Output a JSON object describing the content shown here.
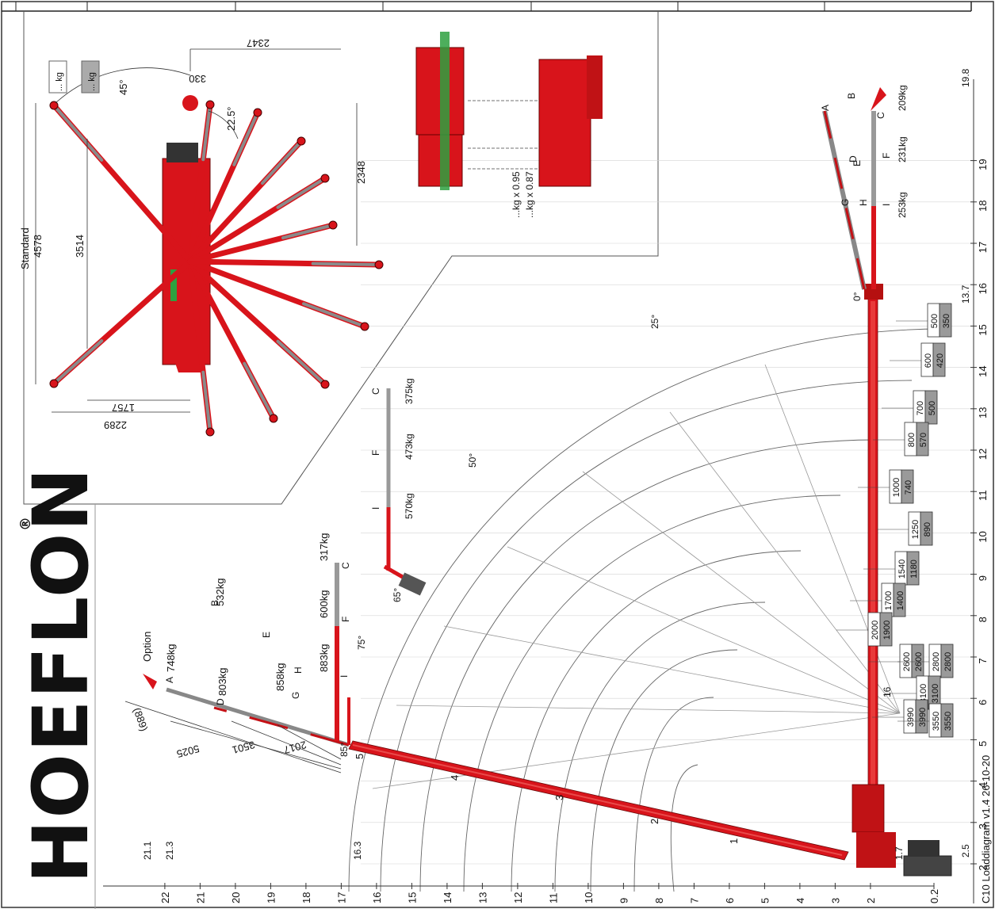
{
  "brand": {
    "name": "HOEFLON",
    "registered_mark": "®"
  },
  "footer": {
    "document_id": "C10 Loaddiagram v1.4 26-10-20"
  },
  "radius_axis": {
    "ticks": [
      "2",
      "3",
      "4",
      "5",
      "6",
      "7",
      "8",
      "9",
      "10",
      "11",
      "12",
      "13",
      "14",
      "15",
      "16",
      "17",
      "18",
      "19"
    ],
    "extra_labels": [
      "2.5",
      "13.7",
      "19.8"
    ]
  },
  "height_axis": {
    "ticks": [
      "0.2",
      "2",
      "3",
      "4",
      "5",
      "6",
      "7",
      "8",
      "9",
      "10",
      "11",
      "12",
      "13",
      "14",
      "15",
      "16",
      "17",
      "18",
      "19",
      "20",
      "21",
      "22"
    ],
    "extra_labels": [
      "1.7",
      "16.3",
      "21.1",
      "21.3"
    ]
  },
  "angles": [
    "0°",
    "25°",
    "50°",
    "65°",
    "75°",
    "85°"
  ],
  "boom_section_numbers": [
    "1",
    "2",
    "3",
    "4",
    "5",
    "16"
  ],
  "load_boxes": [
    {
      "top": "500",
      "bottom": "350"
    },
    {
      "top": "600",
      "bottom": "420"
    },
    {
      "top": "700",
      "bottom": "500"
    },
    {
      "top": "800",
      "bottom": "570"
    },
    {
      "top": "1000",
      "bottom": "740"
    },
    {
      "top": "1250",
      "bottom": "890"
    },
    {
      "top": "1540",
      "bottom": "1180"
    },
    {
      "top": "1700",
      "bottom": "1400"
    },
    {
      "top": "2000",
      "bottom": "1900"
    },
    {
      "top": "2600",
      "bottom": "2600"
    },
    {
      "top": "2800",
      "bottom": "2800"
    },
    {
      "top": "3100",
      "bottom": "3100"
    },
    {
      "top": "3990",
      "bottom": "3990"
    },
    {
      "top": "3550",
      "bottom": "3550"
    }
  ],
  "jib_horizontal": {
    "points": [
      "A",
      "B",
      "C",
      "D",
      "E",
      "F",
      "G",
      "H",
      "I"
    ],
    "loads": [
      "209kg",
      "231kg",
      "253kg"
    ]
  },
  "jib_at_65": {
    "points": [
      "C",
      "F",
      "I"
    ],
    "loads": [
      "375kg",
      "473kg",
      "570kg"
    ]
  },
  "jib_upper": {
    "points": [
      "A",
      "B",
      "C",
      "D",
      "E",
      "F",
      "G",
      "H",
      "I"
    ],
    "option_label": "Option",
    "loads": [
      "748kg",
      "803kg",
      "858kg",
      "532kg",
      "317kg",
      "600kg",
      "883kg"
    ],
    "dimensions": [
      "(889)",
      "5025",
      "3501",
      "2017"
    ]
  },
  "outrigger_view": {
    "spreads": [
      "Standard",
      "4578",
      "3514",
      "2348",
      "2347",
      "2289",
      "1757",
      "330"
    ],
    "angles": [
      "45°",
      "22.5°"
    ],
    "kg_boxes": [
      "... kg",
      "... kg"
    ]
  },
  "chassis_view": {
    "factors": [
      "...kg x 0.95",
      "...kg x 0.87"
    ]
  }
}
